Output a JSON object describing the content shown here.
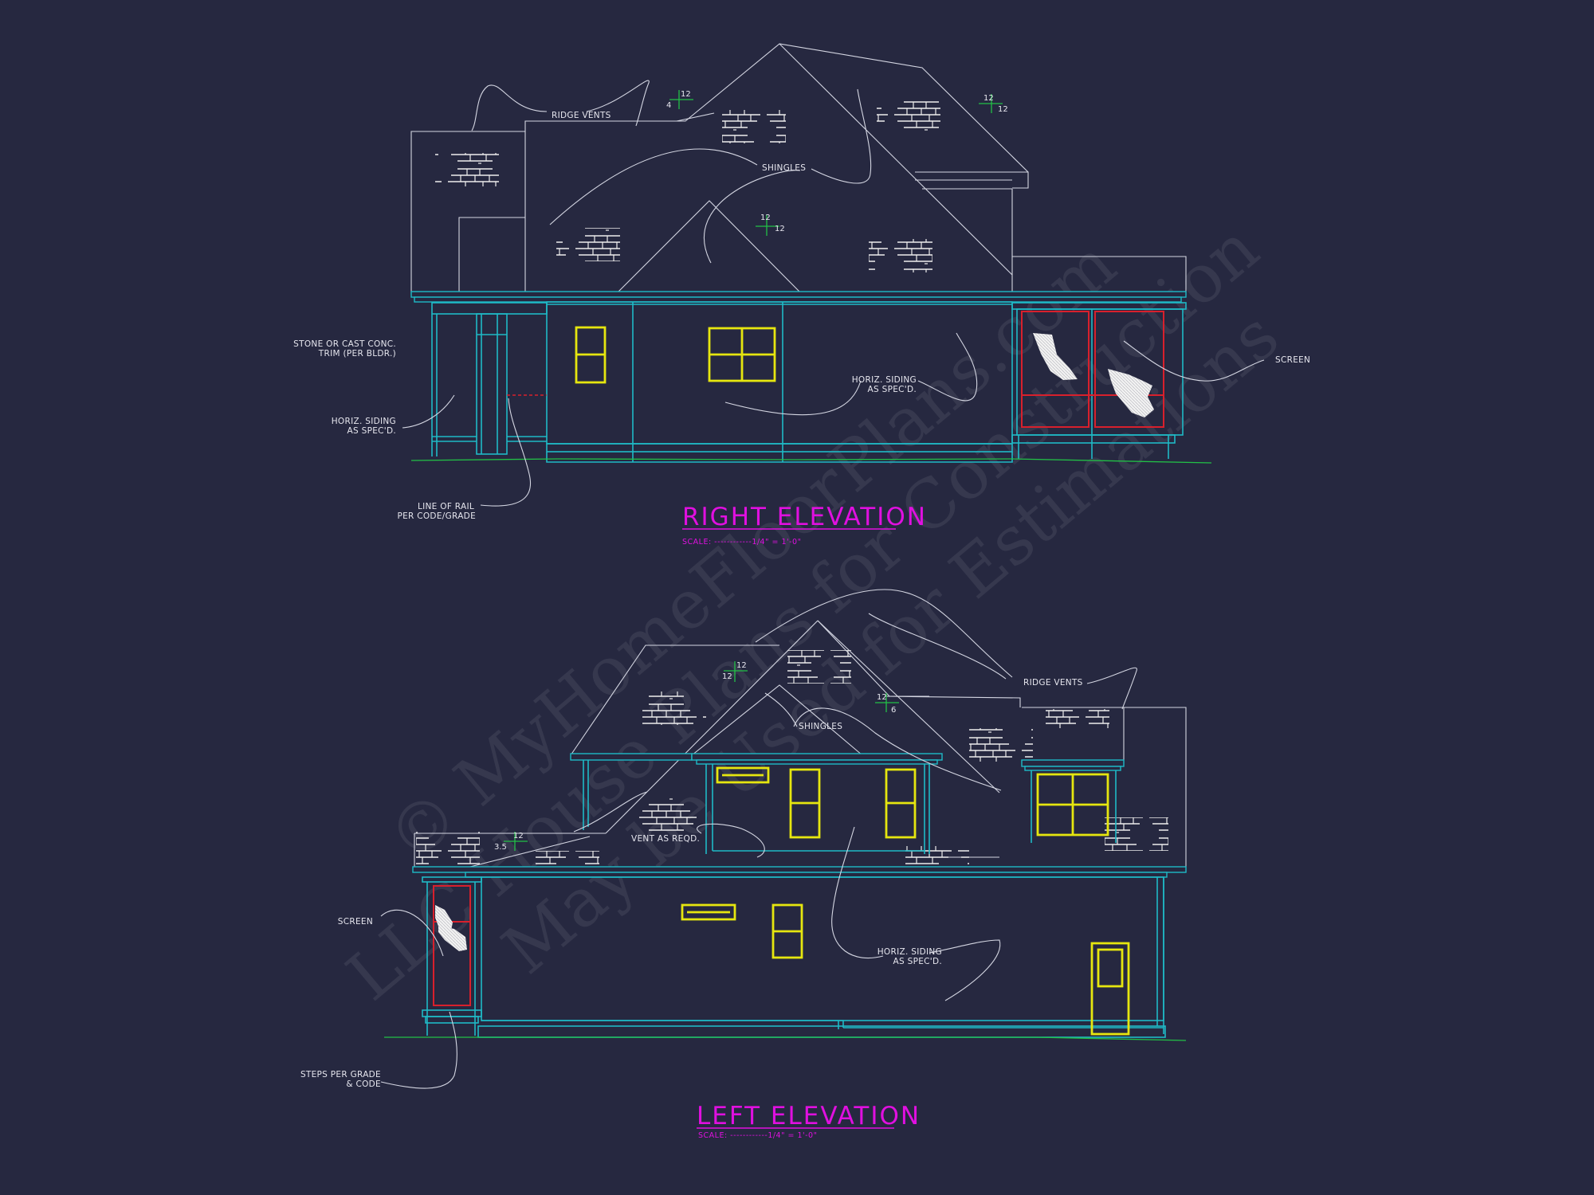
{
  "watermark": {
    "line1": "© MyHomeFloorPlans.com",
    "line2": "LLC House Plans for Construction",
    "line3": "May be Used for Estimations"
  },
  "right_elevation": {
    "title": "RIGHT ELEVATION",
    "scale": "SCALE: ------------1/4\" = 1'-0\"",
    "notes": {
      "ridge_vents": "RIDGE VENTS",
      "shingles": "SHINGLES",
      "stone_trim_1": "STONE OR CAST CONC.",
      "stone_trim_2": "TRIM (PER BLDR.)",
      "siding_left_1": "HORIZ. SIDING",
      "siding_left_2": "AS SPEC'D.",
      "siding_center_1": "HORIZ. SIDING",
      "siding_center_2": "AS SPEC'D.",
      "rail_1": "LINE OF RAIL",
      "rail_2": "PER CODE/GRADE",
      "screen": "SCREEN"
    },
    "pitches": {
      "p1_rise": "4",
      "p1_run": "12",
      "p2_rise": "12",
      "p2_run": "12",
      "p3_rise": "12",
      "p3_run": "12"
    }
  },
  "left_elevation": {
    "title": "LEFT ELEVATION",
    "scale": "SCALE: ------------1/4\" = 1'-0\"",
    "notes": {
      "ridge_vents": "RIDGE VENTS",
      "shingles": "SHINGLES",
      "vent": "VENT AS REQD.",
      "screen": "SCREEN",
      "siding_1": "HORIZ. SIDING",
      "siding_2": "AS SPEC'D.",
      "steps_1": "STEPS PER GRADE",
      "steps_2": "& CODE"
    },
    "pitches": {
      "p1_rise": "12",
      "p1_run": "12",
      "p2_rise": "12",
      "p2_run": "6",
      "p3_rise": "12",
      "p3_run": "3.5"
    }
  },
  "colors": {
    "background": "#262840",
    "outline": "#d4d6e2",
    "trim_cyan": "#1fb9c6",
    "window_yellow": "#e6e60f",
    "screen_red": "#d8202c",
    "grade_green": "#22c046",
    "title_magenta": "#e010e0"
  }
}
